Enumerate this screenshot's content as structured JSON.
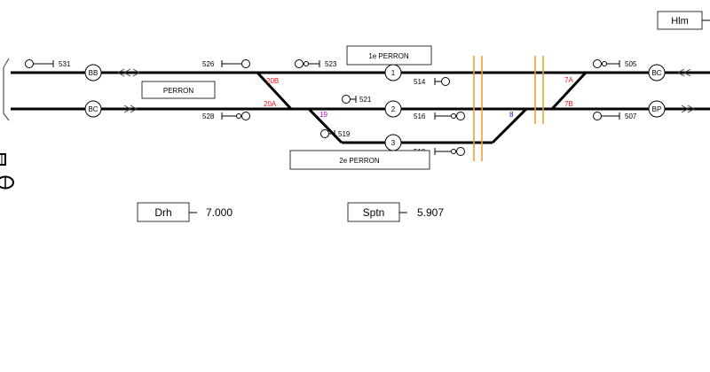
{
  "station_labels": {
    "top_right": "Hlm",
    "perron_1": "1e PERRON",
    "perron_2": "2e PERRON",
    "perron_mid": "PERRON"
  },
  "distances": [
    {
      "name": "Drh",
      "value": "7.000"
    },
    {
      "name": "Sptn",
      "value": "5.907"
    }
  ],
  "tracks": [
    {
      "id": "1",
      "signal": "514",
      "label": "1"
    },
    {
      "id": "2",
      "signal": "516",
      "label": "2"
    },
    {
      "id": "3",
      "signal": "518",
      "label": "3"
    }
  ],
  "block_markers": {
    "bb": "BB",
    "bc_left": "BC",
    "bc_right": "BC",
    "bp": "BP"
  },
  "signals": {
    "s531": "531",
    "s526": "526",
    "s523": "523",
    "s528": "528",
    "s521": "521",
    "s519": "519",
    "s505": "505",
    "s507": "507"
  },
  "switches": {
    "sw20b": "20B",
    "sw20a": "20A",
    "sw19": "19",
    "sw8": "8",
    "sw7a": "7A",
    "sw7b": "7B"
  },
  "colors": {
    "track": "#000000",
    "switch_red": "#e81010",
    "switch_magenta": "#d000d0",
    "switch_blue": "#1010d0",
    "insulation_orange": "#f0a030"
  }
}
